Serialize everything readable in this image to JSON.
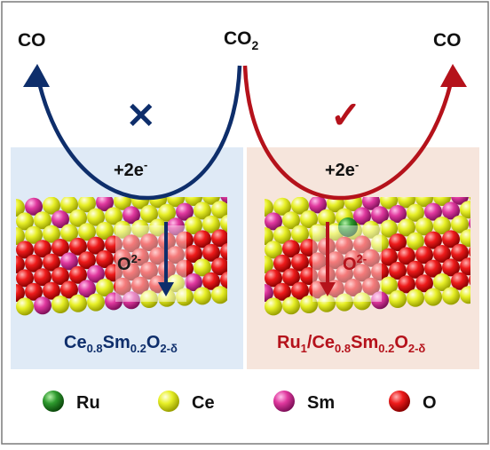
{
  "labels": {
    "co_left": "CO",
    "co2_main": "CO",
    "co2_sub": "2",
    "co_right": "CO",
    "electrons_main": "+2e",
    "electrons_sup": "-",
    "oxygen_main": "O",
    "oxygen_sup": "2-"
  },
  "marks": {
    "left_mark": "✕",
    "right_mark": "✓"
  },
  "catalysts": {
    "left": {
      "p1": "Ce",
      "s1": "0.8",
      "p2": "Sm",
      "s2": "0.2",
      "p3": "O",
      "s3": "2-δ"
    },
    "right": {
      "p0": "Ru",
      "s0": "1",
      "p1": "/Ce",
      "s1": "0.8",
      "p2": "Sm",
      "s2": "0.2",
      "p3": "O",
      "s3": "2-δ"
    }
  },
  "legend": [
    {
      "label": "Ru",
      "color": "#2e9a2e"
    },
    {
      "label": "Ce",
      "color": "#e6f024"
    },
    {
      "label": "Sm",
      "color": "#e0389e"
    },
    {
      "label": "O",
      "color": "#ee1b1b"
    }
  ],
  "colors": {
    "navy": "#0e2e6b",
    "crimson": "#b5121b",
    "left_panel": "#dfeaf6",
    "right_panel": "#f6e5dc"
  }
}
